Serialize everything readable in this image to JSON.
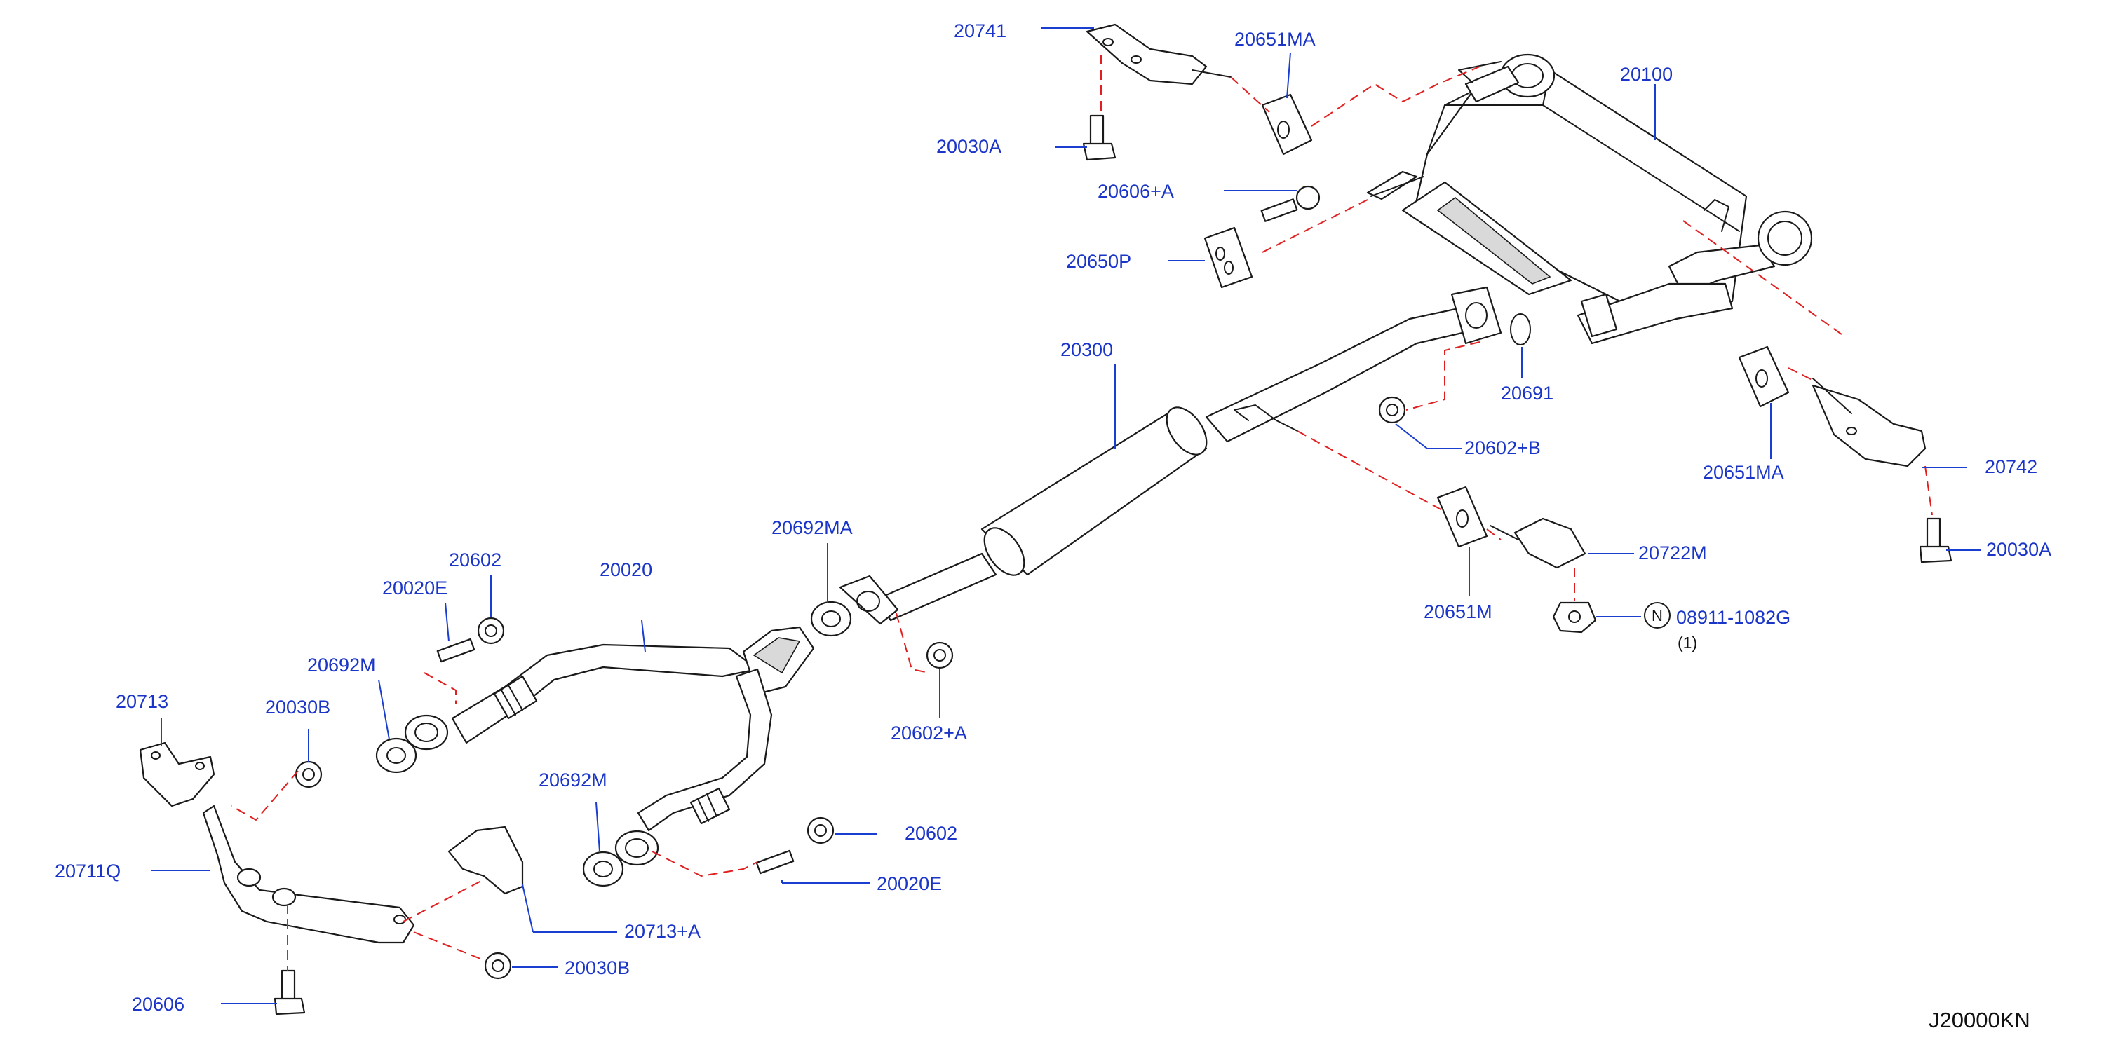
{
  "diagram_code": "J20000KN",
  "colors": {
    "label": "#1a35c8",
    "leader": "#1a3fd0",
    "dash": "#e02020",
    "line": "#1a1a1a"
  },
  "part_symbol": "N",
  "labels": {
    "p20741": "20741",
    "p20651ma_top": "20651MA",
    "p20100": "20100",
    "p20030a_top": "20030A",
    "p20606a": "20606+A",
    "p20650p": "20650P",
    "p20300": "20300",
    "p20691": "20691",
    "p20602b": "20602+B",
    "p20651ma_right": "20651MA",
    "p20742": "20742",
    "p20030a_right": "20030A",
    "p20722m": "20722M",
    "p20651m": "20651M",
    "p08911": "08911-1082G",
    "p08911_qty": "(1)",
    "p20692ma": "20692MA",
    "p20602a": "20602+A",
    "p20020": "20020",
    "p20602_top": "20602",
    "p20020e_top": "20020E",
    "p20692m_top": "20692M",
    "p20713": "20713",
    "p20030b_top": "20030B",
    "p20711q": "20711Q",
    "p20692m_bot": "20692M",
    "p20602_bot": "20602",
    "p20020e_bot": "20020E",
    "p20713a": "20713+A",
    "p20030b_bot": "20030B",
    "p20606": "20606"
  }
}
